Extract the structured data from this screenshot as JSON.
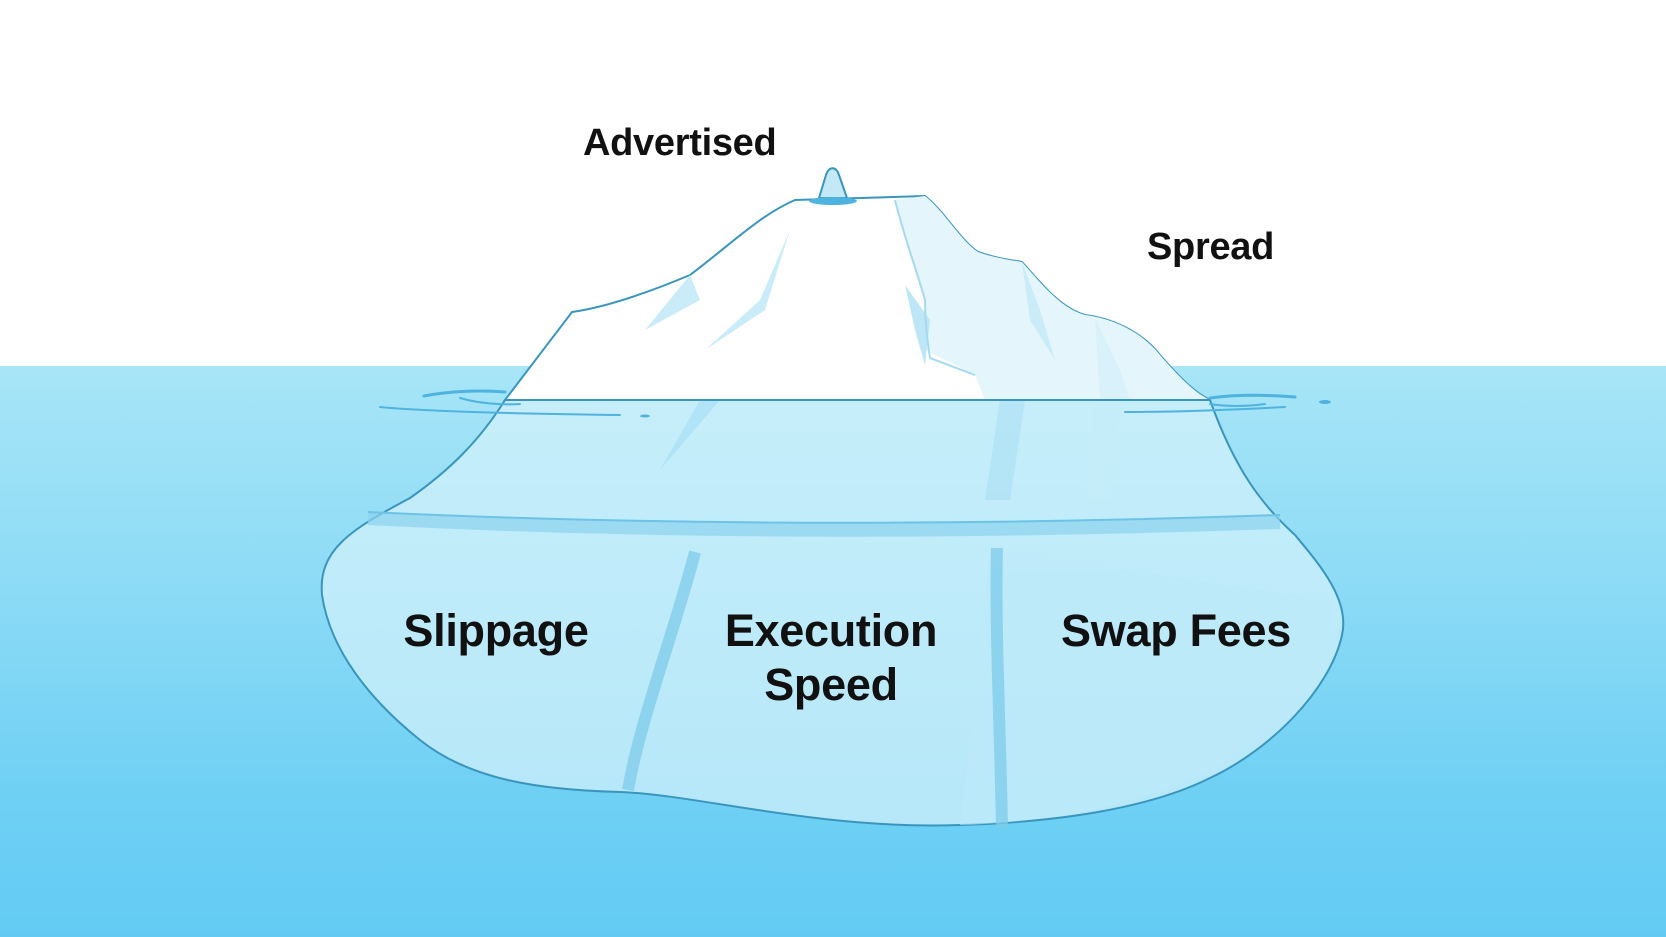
{
  "above_water": {
    "advertised": "Advertised",
    "spread": "Spread"
  },
  "below_water": {
    "slippage": "Slippage",
    "execution_speed": [
      "Execution",
      "Speed"
    ],
    "swap_fees": "Swap Fees"
  },
  "colors": {
    "sea_top": "#a8e5f7",
    "sea_bottom": "#63cbf3",
    "outline": "#3a95bd",
    "ice": "#ffffff"
  }
}
